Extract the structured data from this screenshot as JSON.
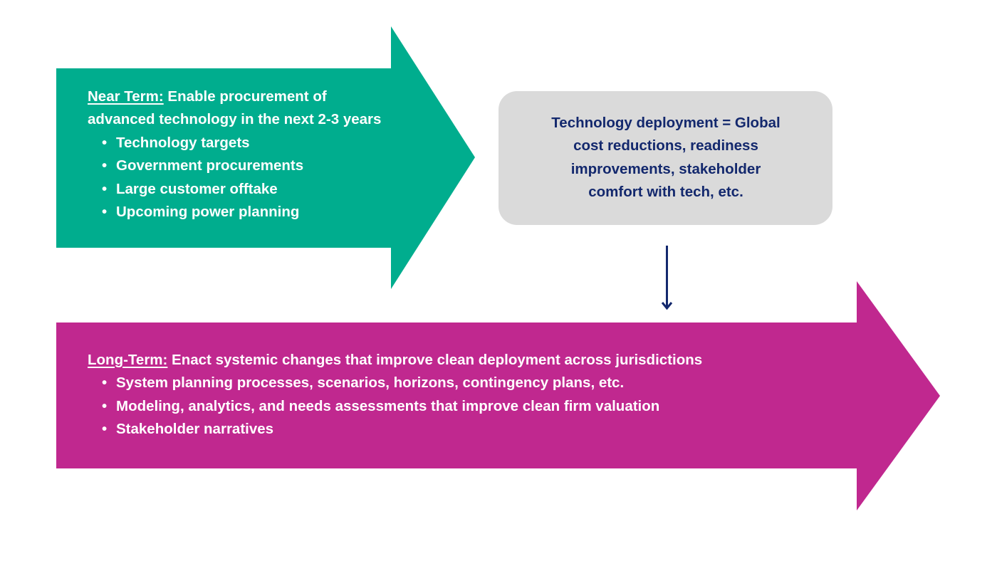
{
  "colors": {
    "near_term": "#00ad8e",
    "long_term": "#c0288f",
    "outcome_box": "#dadada",
    "outcome_text": "#13286d",
    "connector": "#13286d"
  },
  "near_term": {
    "label": "Near Term:",
    "heading": " Enable procurement of",
    "heading_line2": "advanced technology in the next 2-3 years",
    "items": [
      "Technology targets",
      "Government procurements",
      "Large customer offtake",
      "Upcoming power planning"
    ]
  },
  "outcome": {
    "lines": [
      "Technology deployment = Global",
      "cost reductions, readiness",
      "improvements, stakeholder",
      "comfort with tech, etc."
    ]
  },
  "long_term": {
    "label": "Long-Term:",
    "heading": " Enact systemic changes that improve clean deployment across jurisdictions",
    "items": [
      "System planning processes, scenarios, horizons, contingency plans, etc.",
      "Modeling, analytics, and needs assessments that improve clean firm valuation",
      "Stakeholder narratives"
    ]
  }
}
